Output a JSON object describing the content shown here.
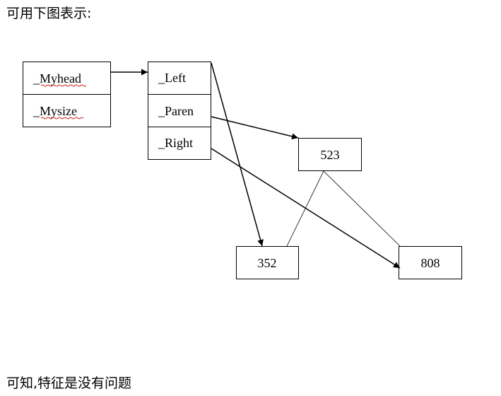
{
  "captions": {
    "top": "可用下图表示:",
    "bottom": "可知,特征是没有问题"
  },
  "container": {
    "myhead": "_Myhead",
    "mysize": "_Mysize"
  },
  "head_node": {
    "left": "_Left",
    "paren": "_Paren",
    "right": "_Right"
  },
  "tree_nodes": {
    "n523": "523",
    "n352": "352",
    "n808": "808"
  },
  "colors": {
    "stroke": "#000000",
    "spellcheck_underline": "#cc2222"
  }
}
